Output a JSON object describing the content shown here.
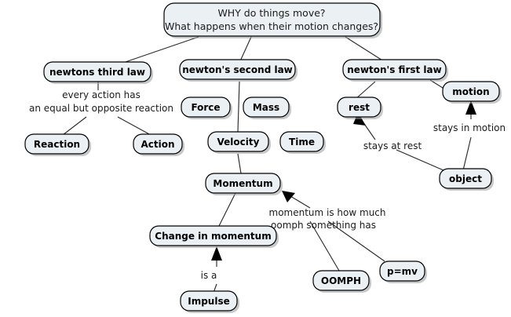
{
  "diagram": {
    "title_node": {
      "id": "root",
      "lines": [
        "WHY do things move?",
        "What happens when their motion changes?"
      ]
    },
    "colors": {
      "node_fill": "#eaf0f4",
      "node_stroke": "#000000",
      "edge_stroke": "#2b2b2b",
      "background": "#ffffff",
      "shadow": "#9a9a9a"
    },
    "nodes": [
      {
        "id": "third_law",
        "label": "newtons third law"
      },
      {
        "id": "second_law",
        "label": "newton's second law"
      },
      {
        "id": "first_law",
        "label": "newton's first law"
      },
      {
        "id": "motion",
        "label": "motion"
      },
      {
        "id": "rest",
        "label": "rest"
      },
      {
        "id": "force",
        "label": "Force"
      },
      {
        "id": "mass",
        "label": "Mass"
      },
      {
        "id": "velocity",
        "label": "Velocity"
      },
      {
        "id": "time",
        "label": "Time"
      },
      {
        "id": "reaction",
        "label": "Reaction"
      },
      {
        "id": "action",
        "label": "Action"
      },
      {
        "id": "object",
        "label": "object"
      },
      {
        "id": "momentum",
        "label": "Momentum"
      },
      {
        "id": "change_mom",
        "label": "Change in momentum"
      },
      {
        "id": "impulse",
        "label": "Impulse"
      },
      {
        "id": "oomph",
        "label": "OOMPH"
      },
      {
        "id": "pmv",
        "label": "p=mv"
      }
    ],
    "edge_labels": [
      {
        "id": "third_law_link",
        "lines": [
          "every action has",
          "an equal but opposite reaction"
        ]
      },
      {
        "id": "momentum_link",
        "lines": [
          "momentum is how much",
          "oomph something has"
        ]
      },
      {
        "id": "stays_at_rest",
        "lines": [
          "stays at rest"
        ]
      },
      {
        "id": "stays_in_motion",
        "lines": [
          "stays in motion"
        ]
      },
      {
        "id": "is_a",
        "lines": [
          "is a"
        ]
      }
    ]
  }
}
